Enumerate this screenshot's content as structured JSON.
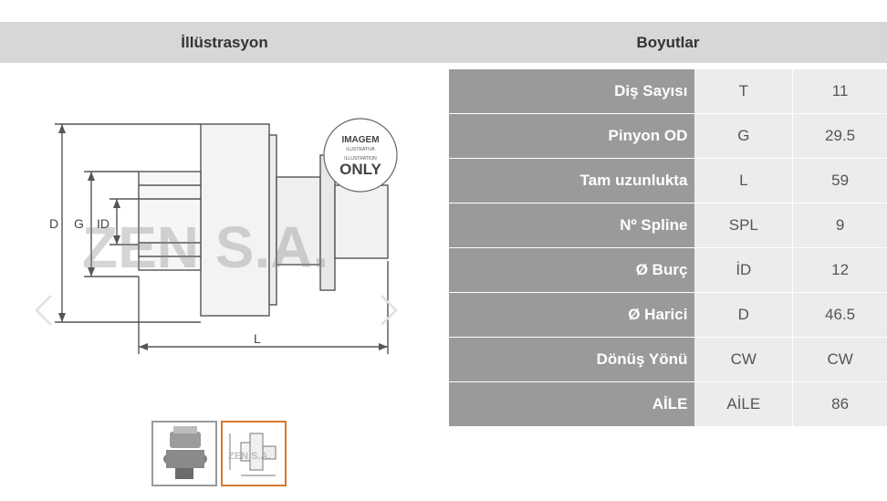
{
  "header": {
    "illustration_title": "İllüstrasyon",
    "dimensions_title": "Boyutlar"
  },
  "illustration": {
    "stamp_top": "IMAGEM",
    "stamp_mid": "ILUSTRATIVA",
    "stamp_mid2": "ILLUSTRATION",
    "stamp_bottom": "ONLY",
    "watermark": "ZEN S.A.",
    "label_d": "D",
    "label_g": "G",
    "label_id": "ID",
    "label_l": "L"
  },
  "thumbnails": {
    "selected_index": 1,
    "watermark": "ZEN S.A."
  },
  "dimensions": [
    {
      "label": "Diş Sayısı",
      "code": "T",
      "value": "11"
    },
    {
      "label": "Pinyon OD",
      "code": "G",
      "value": "29.5"
    },
    {
      "label": "Tam uzunlukta",
      "code": "L",
      "value": "59"
    },
    {
      "label": "Nº Spline",
      "code": "SPL",
      "value": "9"
    },
    {
      "label": "Ø Burç",
      "code": "İD",
      "value": "12"
    },
    {
      "label": "Ø Harici",
      "code": "D",
      "value": "46.5"
    },
    {
      "label": "Dönüş Yönü",
      "code": "CW",
      "value": "CW"
    },
    {
      "label": "AİLE",
      "code": "AİLE",
      "value": "86"
    }
  ]
}
